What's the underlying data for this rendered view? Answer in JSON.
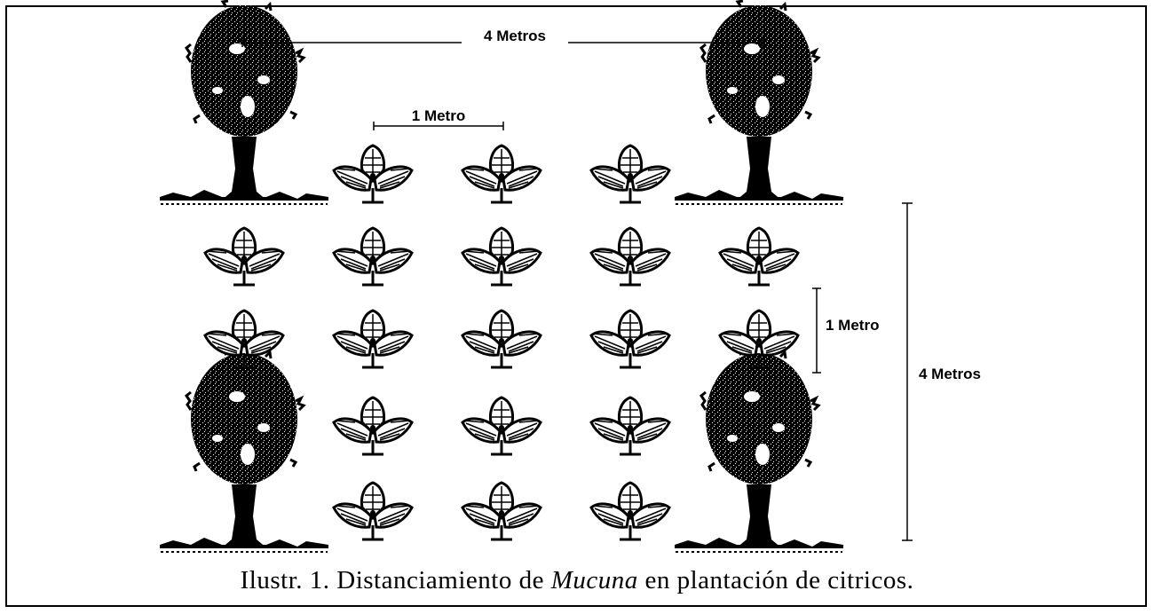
{
  "figure": {
    "dimension_labels": {
      "tree_spacing_horizontal": "4 Metros",
      "mucuna_spacing_horizontal": "1 Metro",
      "mucuna_spacing_vertical": "1 Metro",
      "tree_spacing_vertical": "4 Metros"
    },
    "caption": {
      "prefix": "Ilustr. 1. Distanciamiento de",
      "italic": "Mucuna",
      "suffix": "en plantación de citricos."
    },
    "icons": {
      "tree": "citrus-tree-icon",
      "plant": "mucuna-plant-icon"
    }
  }
}
